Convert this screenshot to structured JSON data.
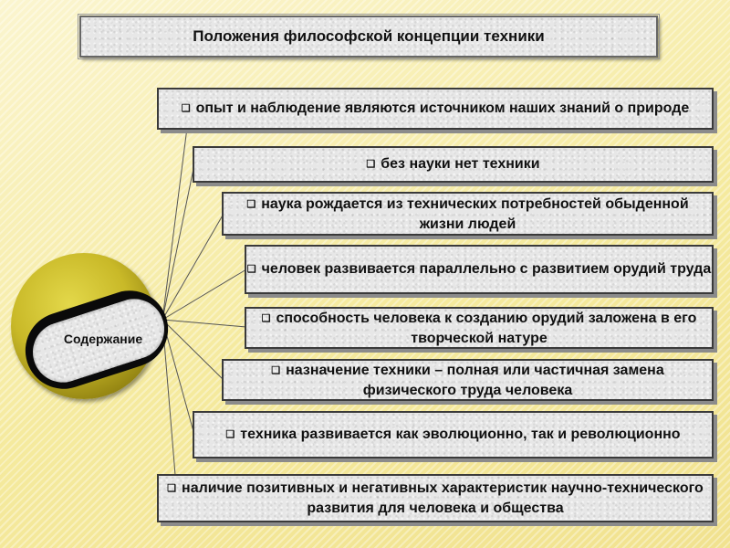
{
  "title": "Положения философской концепции техники",
  "hub": {
    "label": "Содержание"
  },
  "bullet_glyph": "❑",
  "items": [
    {
      "text": "опыт и наблюдение являются источником наших знаний о природе"
    },
    {
      "text": "без науки нет техники"
    },
    {
      "text": "наука рождается из технических потребностей обыденной жизни людей"
    },
    {
      "text": "человек развивается параллельно с развитием орудий труда"
    },
    {
      "text": "способность человека к созданию орудий заложена в его творческой натуре"
    },
    {
      "text": "назначение техники – полная или частичная замена физического труда человека"
    },
    {
      "text": "техника развивается как эволюционно, так и революционно"
    },
    {
      "text": "наличие позитивных и негативных характеристик научно-технического развития для человека и общества"
    }
  ],
  "colors": {
    "background": "#f5ea9e",
    "disc": "#c9b928",
    "band": "#0a0a0a",
    "box": "#e7e7e7"
  }
}
